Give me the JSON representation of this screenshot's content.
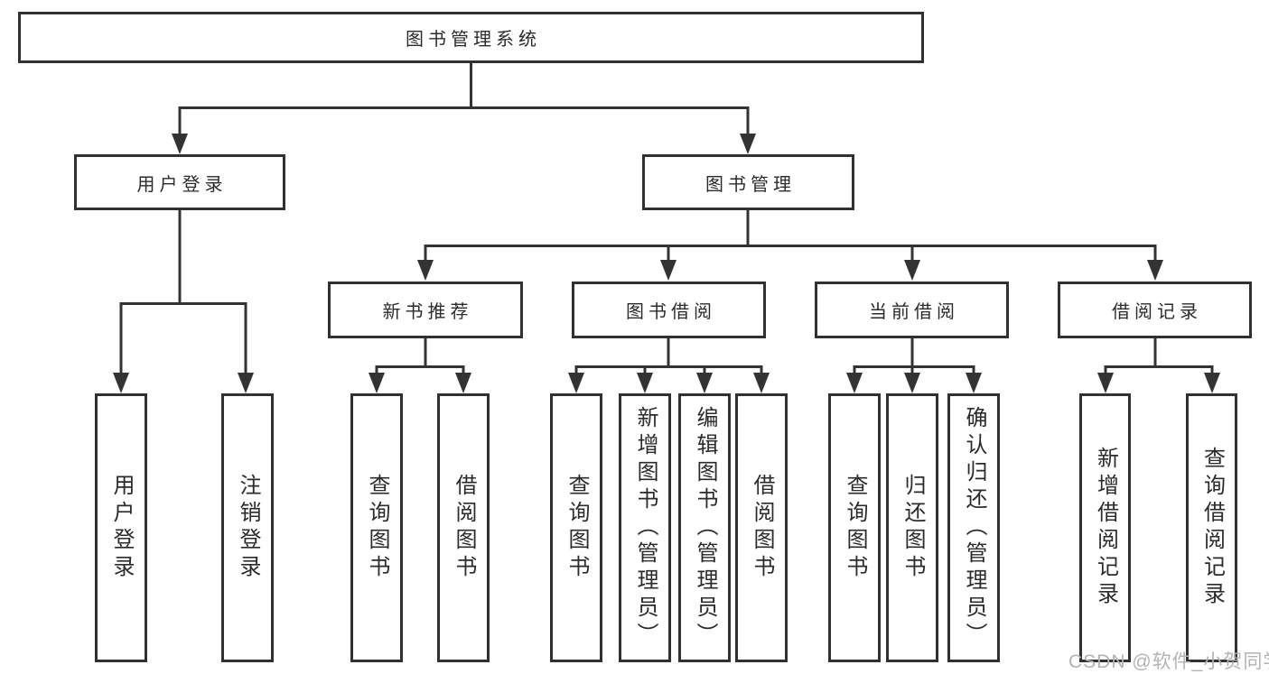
{
  "tree": {
    "root": {
      "label": "图书管理系统"
    },
    "branches": [
      {
        "label": "用户登录",
        "children": [
          {
            "label": "用户登录"
          },
          {
            "label": "注销登录"
          }
        ]
      },
      {
        "label": "图书管理",
        "children": [
          {
            "label": "新书推荐",
            "children": [
              {
                "label": "查询图书"
              },
              {
                "label": "借阅图书"
              }
            ]
          },
          {
            "label": "图书借阅",
            "children": [
              {
                "label": "查询图书"
              },
              {
                "label": "新增图书（管理员）"
              },
              {
                "label": "编辑图书（管理员）"
              },
              {
                "label": "借阅图书"
              }
            ]
          },
          {
            "label": "当前借阅",
            "children": [
              {
                "label": "查询图书"
              },
              {
                "label": "归还图书"
              },
              {
                "label": "确认归还（管理员）"
              }
            ]
          },
          {
            "label": "借阅记录",
            "children": [
              {
                "label": "新增借阅记录"
              },
              {
                "label": "查询借阅记录"
              }
            ]
          }
        ]
      }
    ]
  },
  "watermark": "CSDN @软件_小贺同学",
  "colors": {
    "line": "#333333",
    "box_border": "#313131",
    "text": "#2b2b2b",
    "watermark_gray": "#b3b3b3",
    "background": "#ffffff"
  }
}
